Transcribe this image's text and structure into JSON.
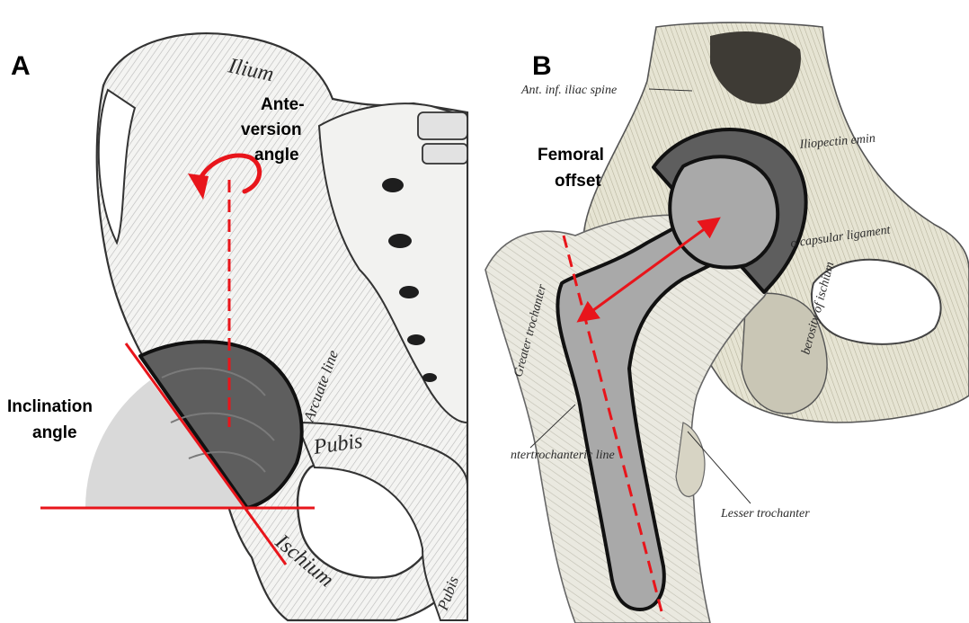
{
  "panels": {
    "a": {
      "letter": "A",
      "labels": {
        "anteversion_line1": "Ante-",
        "anteversion_line2": "version",
        "anteversion_line3": "angle",
        "inclination_line1": "Inclination",
        "inclination_line2": "angle"
      },
      "anatomy": {
        "ilium": "Ilium",
        "arcuate_line": "Arcuate line",
        "pubis": "Pubis",
        "ischium": "Ischium",
        "pubis_edge": "Pubis"
      }
    },
    "b": {
      "letter": "B",
      "labels": {
        "femoral_offset_line1": "Femoral",
        "femoral_offset_line2": "offset"
      },
      "anatomy": {
        "ant_inf_iliac_spine": "Ant. inf. iliac spine",
        "iliopectineal_emin": "Iliopectin emin",
        "capsular_ligament": "o capsular ligament",
        "tuberosity": "berosity of ischium",
        "greater_trochanter": "Greater trochanter",
        "intertrochanteric_line": "ntertrochanteric line",
        "lesser_trochanter": "Lesser trochanter"
      }
    }
  },
  "colors": {
    "annotation_red": "#e8151b",
    "implant_dark": "#5a5a5a",
    "implant_light": "#a9a9a9",
    "inclination_sector": "#d9d9d9",
    "bone_tint": "#dedbc4"
  }
}
